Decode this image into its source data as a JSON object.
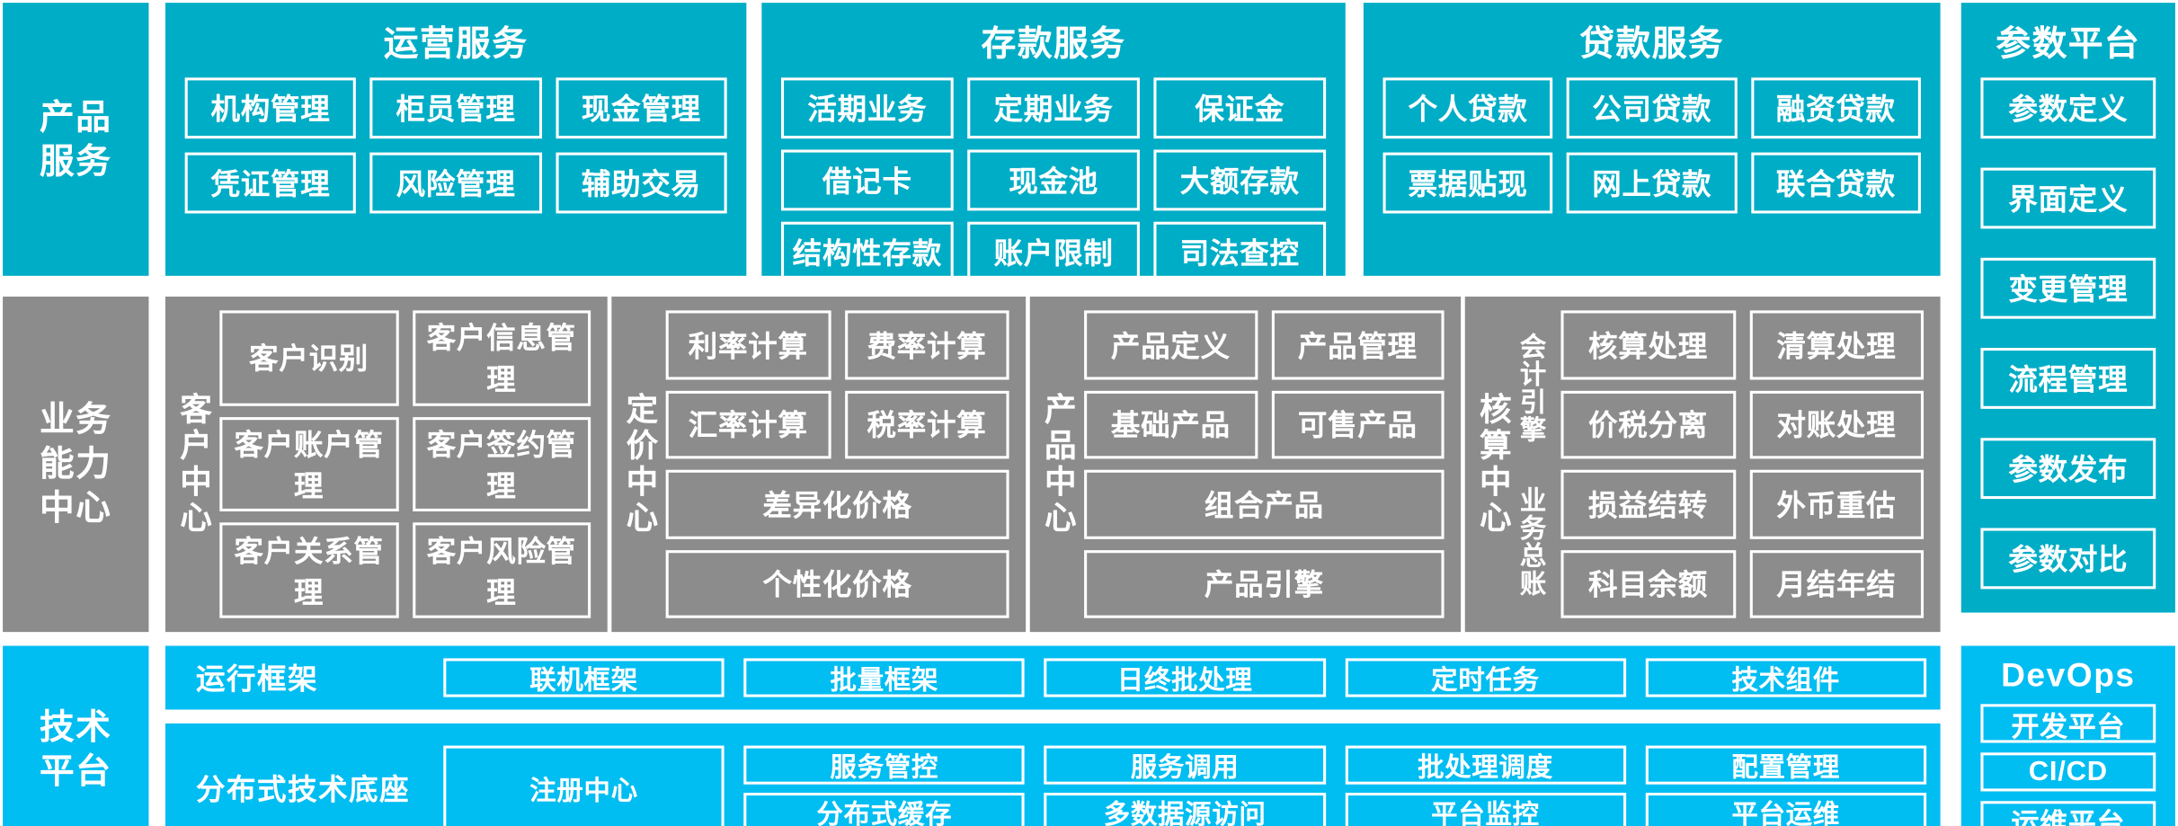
{
  "colors": {
    "product_service_cyan": "#00ADC6",
    "business_center_gray": "#8C8C8C",
    "tech_platform_blue": "#00BDF2",
    "tile_border": "#FFFFFF",
    "text": "#FFFFFF"
  },
  "layers": {
    "product_service": "产品\n服务",
    "product_service_lines": [
      "产品",
      "服务"
    ],
    "business_capability": "业务\n能力\n中心",
    "business_capability_lines": [
      "业务",
      "能力",
      "中心"
    ],
    "tech_platform": "技术\n平台",
    "tech_platform_lines": [
      "技术",
      "平台"
    ]
  },
  "product_service": {
    "groups": [
      {
        "title": "运营服务",
        "tiles": [
          "机构管理",
          "柜员管理",
          "现金管理",
          "凭证管理",
          "风险管理",
          "辅助交易"
        ]
      },
      {
        "title": "存款服务",
        "tiles": [
          "活期业务",
          "定期业务",
          "保证金",
          "借记卡",
          "现金池",
          "大额存款",
          "结构性存款",
          "账户限制",
          "司法查控"
        ]
      },
      {
        "title": "贷款服务",
        "tiles": [
          "个人贷款",
          "公司贷款",
          "融资贷款",
          "票据贴现",
          "网上贷款",
          "联合贷款"
        ]
      }
    ],
    "param_platform": {
      "title": "参数平台",
      "tiles": [
        "参数定义",
        "界面定义",
        "变更管理",
        "流程管理",
        "参数发布",
        "参数对比"
      ]
    }
  },
  "business_centers": [
    {
      "caption": "客户中心",
      "tiles": [
        "客户识别",
        "客户信息管理",
        "客户账户管理",
        "客户签约管理",
        "客户关系管理",
        "客户风险管理"
      ]
    },
    {
      "caption": "定价中心",
      "tiles": [
        "利率计算",
        "费率计算",
        "汇率计算",
        "税率计算"
      ],
      "wide_tiles": [
        "差异化价格",
        "个性化价格"
      ]
    },
    {
      "caption": "产品中心",
      "tiles": [
        "产品定义",
        "产品管理",
        "基础产品",
        "可售产品"
      ],
      "wide_tiles": [
        "组合产品",
        "产品引擎"
      ]
    },
    {
      "caption": "核算中心",
      "sub_captions": [
        "会计引擎",
        "业务总账"
      ],
      "tiles": [
        "核算处理",
        "清算处理",
        "价税分离",
        "对账处理",
        "损益结转",
        "外币重估",
        "科目余额",
        "月结年结"
      ]
    }
  ],
  "tech_platform": {
    "rows": [
      {
        "caption": "运行框架",
        "tiles": [
          "联机框架",
          "批量框架",
          "日终批处理",
          "定时任务",
          "技术组件"
        ]
      },
      {
        "caption": "分布式技术底座",
        "featured_tile": "注册中心",
        "tiles": [
          "服务管控",
          "服务调用",
          "批处理调度",
          "配置管理",
          "分布式缓存",
          "多数据源访问",
          "平台监控",
          "平台运维"
        ]
      }
    ],
    "devops": {
      "title": "DevOps",
      "tiles": [
        "开发平台",
        "CI/CD",
        "运维平台"
      ]
    }
  }
}
